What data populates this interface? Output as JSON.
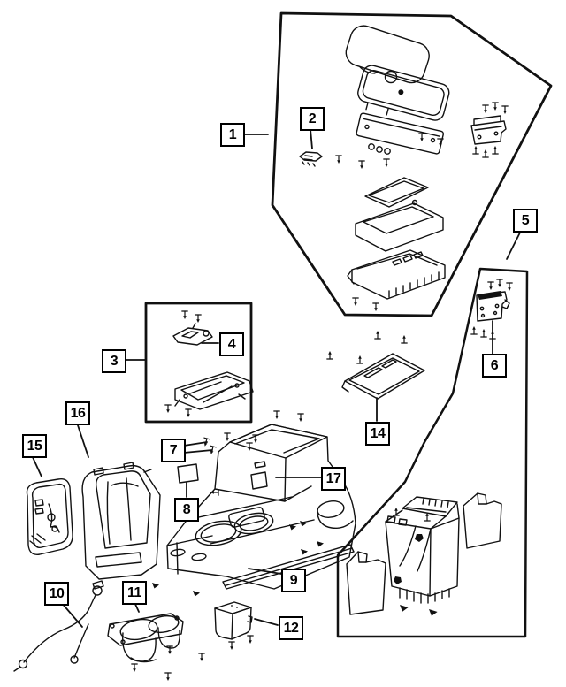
{
  "figure": {
    "type": "exploded-parts-diagram",
    "background_color": "#ffffff",
    "line_color": "#111111",
    "callout_border_color": "#000000"
  },
  "callouts": {
    "c1": {
      "label": "1"
    },
    "c2": {
      "label": "2"
    },
    "c3": {
      "label": "3"
    },
    "c4": {
      "label": "4"
    },
    "c5": {
      "label": "5"
    },
    "c6": {
      "label": "6"
    },
    "c7": {
      "label": "7"
    },
    "c8": {
      "label": "8"
    },
    "c9": {
      "label": "9"
    },
    "c10": {
      "label": "10"
    },
    "c11": {
      "label": "11"
    },
    "c12": {
      "label": "12"
    },
    "c14": {
      "label": "14"
    },
    "c15": {
      "label": "15"
    },
    "c16": {
      "label": "16"
    },
    "c17": {
      "label": "17"
    }
  }
}
